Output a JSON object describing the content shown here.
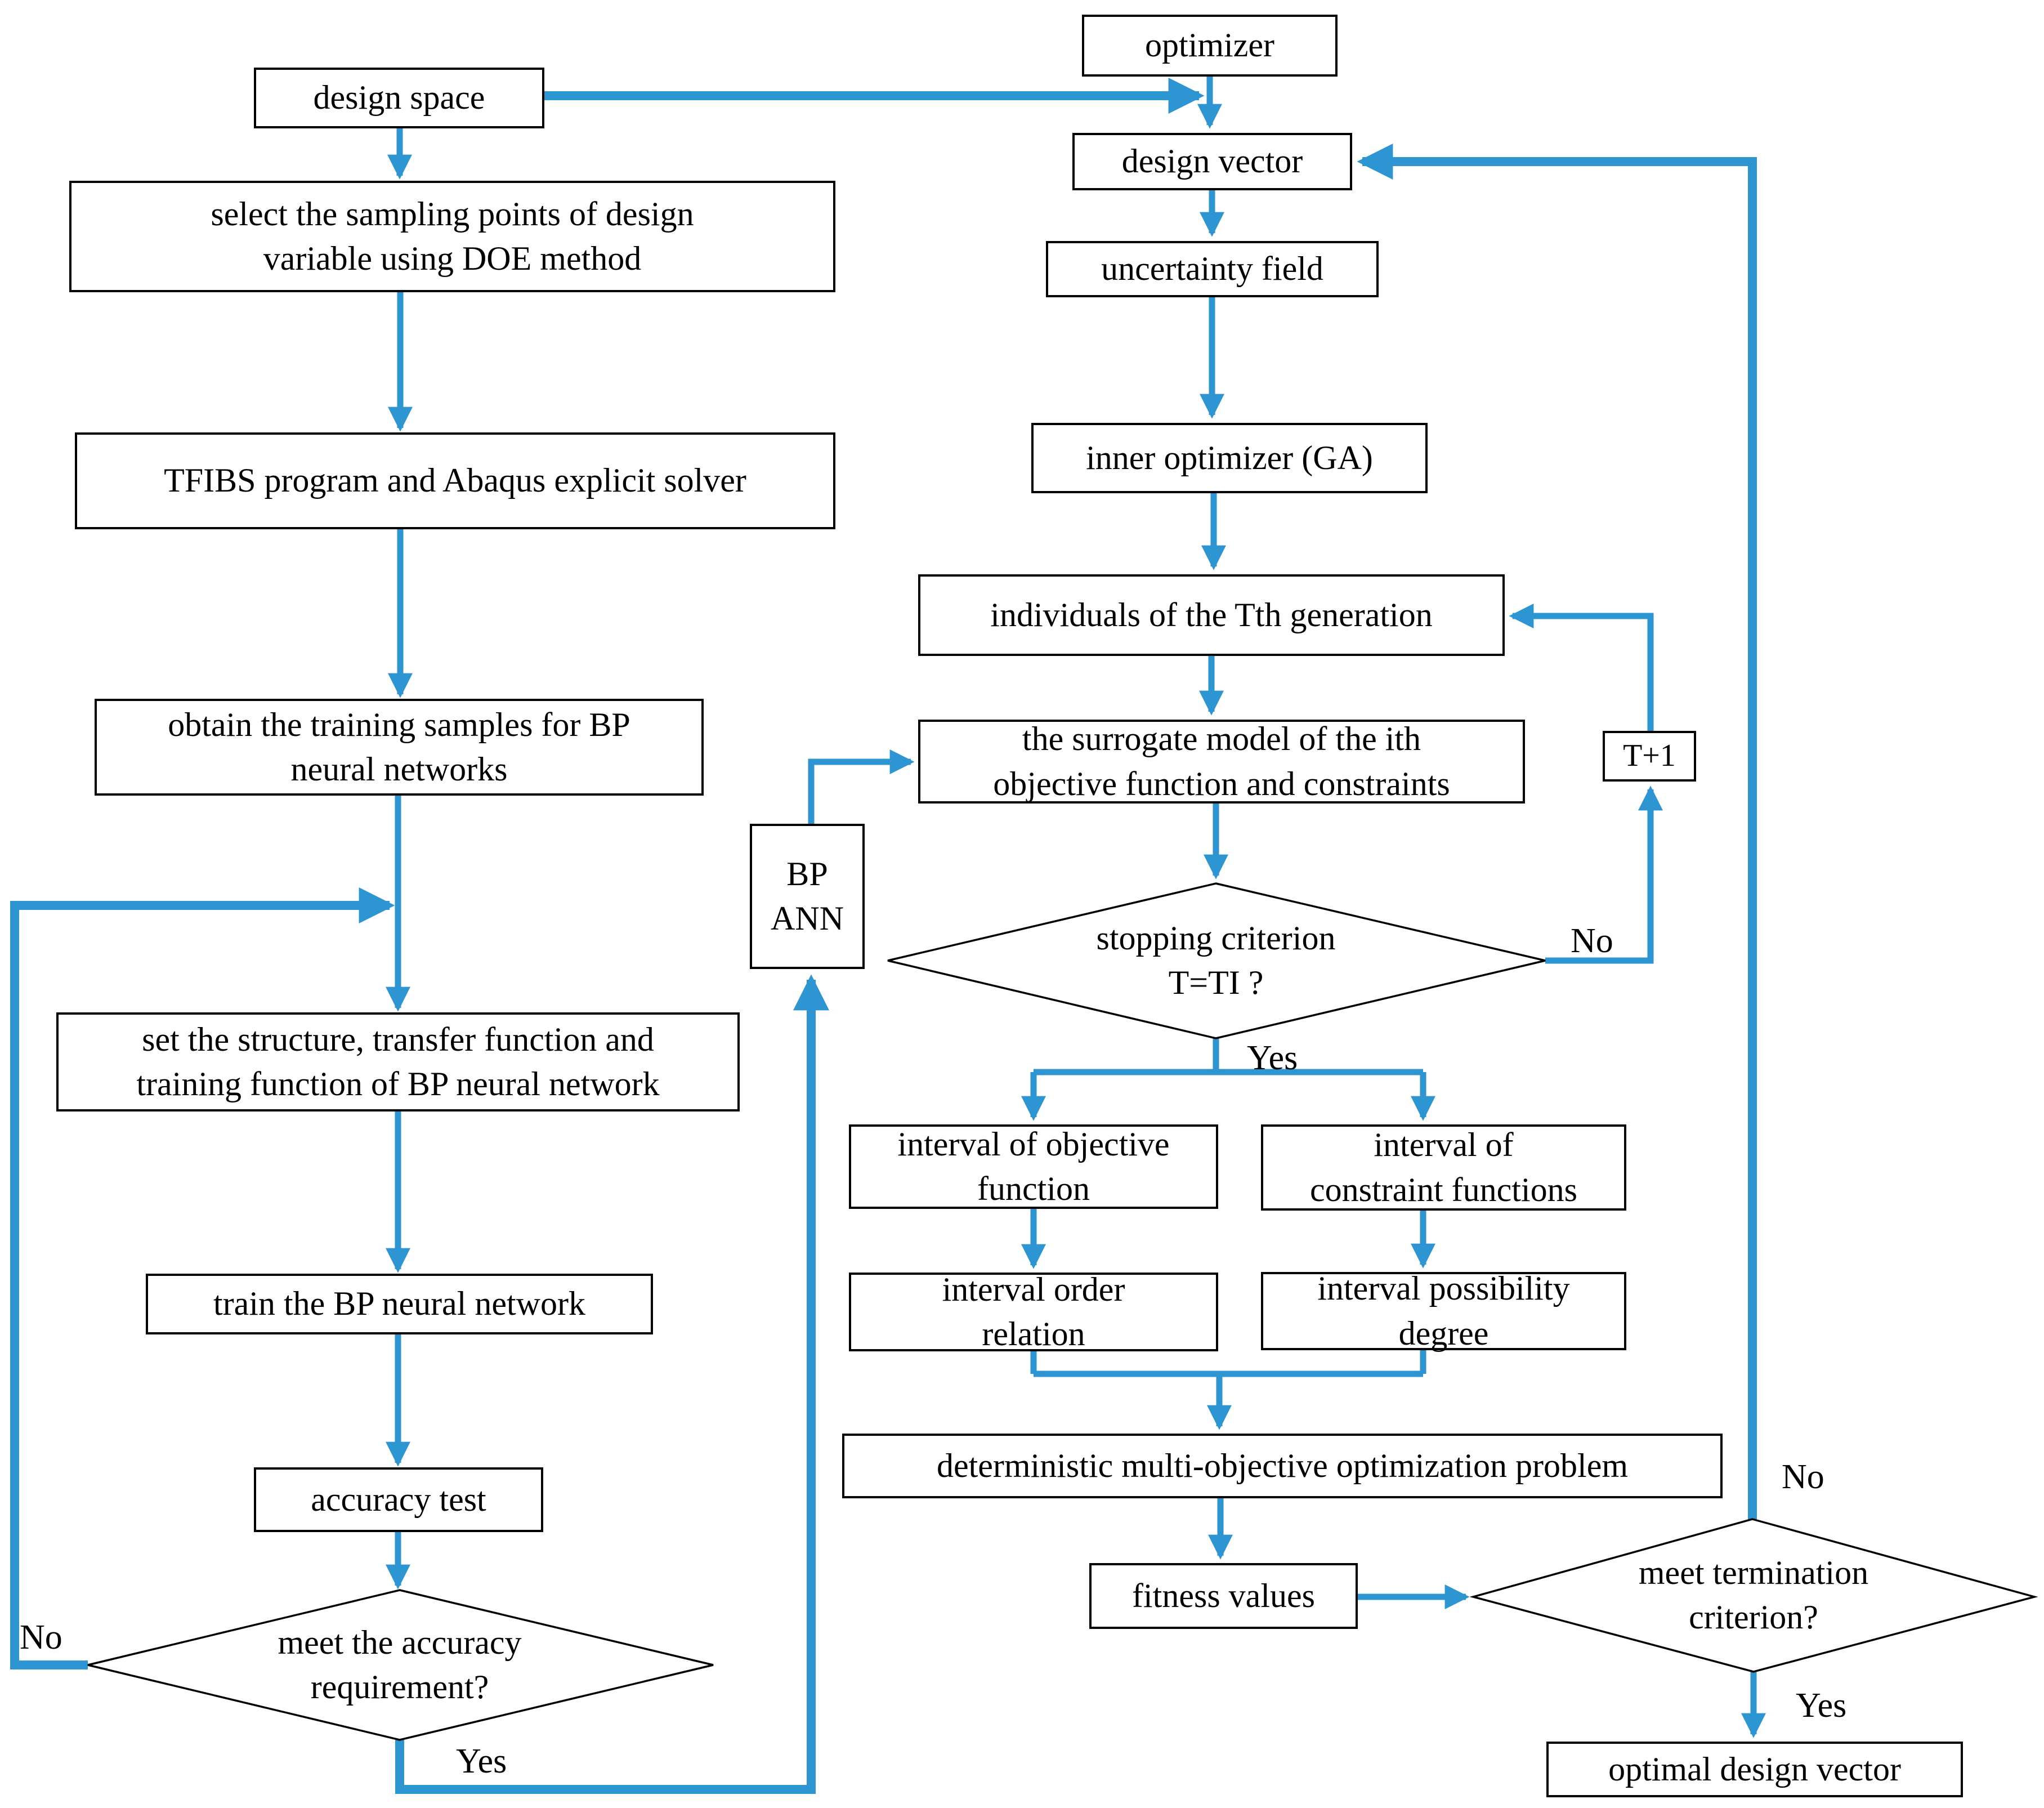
{
  "diagram": {
    "type": "flowchart",
    "line_color": "#2e95d3",
    "border_color": "#000000",
    "background": "#ffffff",
    "nodes": {
      "design_space": {
        "label": "design space"
      },
      "select_sampling": {
        "label": "select the sampling points of design\nvariable using DOE method"
      },
      "tfibs": {
        "label": "TFIBS program and Abaqus explicit solver"
      },
      "obtain": {
        "label": "obtain the training samples for BP\nneural networks"
      },
      "set_structure": {
        "label": "set the structure, transfer function and\ntraining function of BP neural network"
      },
      "train": {
        "label": "train the BP neural network"
      },
      "accuracy": {
        "label": "accuracy test"
      },
      "accuracy_diamond": {
        "label": "meet the accuracy\nrequirement?"
      },
      "bp_ann": {
        "label": "BP\nANN"
      },
      "optimizer": {
        "label": "optimizer"
      },
      "design_vector": {
        "label": "design vector"
      },
      "uncertainty": {
        "label": "uncertainty field"
      },
      "inner_optimizer": {
        "label": "inner optimizer (GA)"
      },
      "individuals": {
        "label": "individuals of the Tth generation"
      },
      "surrogate": {
        "label": "the surrogate model of the ith\nobjective function and constraints"
      },
      "stopping_diamond": {
        "label": "stopping criterion\nT=TI ?"
      },
      "t_plus_1": {
        "label": "T+1"
      },
      "interval_objective": {
        "label": "interval of objective\nfunction"
      },
      "interval_constraint": {
        "label": "interval of\nconstraint functions"
      },
      "interval_order": {
        "label": "interval order\nrelation"
      },
      "interval_possibility": {
        "label": "interval possibility\ndegree"
      },
      "deterministic": {
        "label": "deterministic multi-objective optimization problem"
      },
      "fitness": {
        "label": "fitness values"
      },
      "termination_diamond": {
        "label": "meet termination\ncriterion?"
      },
      "optimal": {
        "label": "optimal design vector"
      }
    },
    "edge_labels": {
      "accuracy_no": "No",
      "accuracy_yes": "Yes",
      "stopping_no": "No",
      "stopping_yes": "Yes",
      "termination_no": "No",
      "termination_yes": "Yes"
    }
  }
}
